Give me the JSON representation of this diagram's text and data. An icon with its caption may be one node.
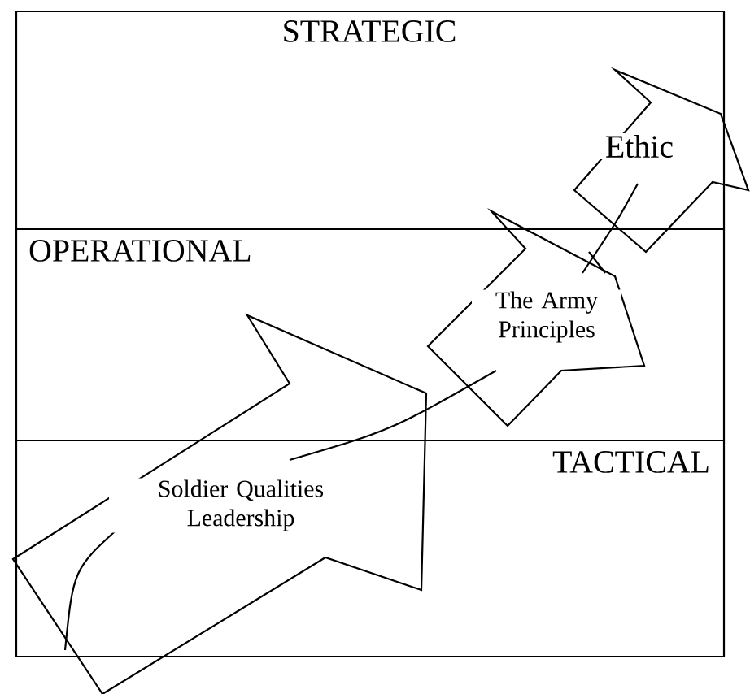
{
  "diagram": {
    "nodes": [
      {
        "text": [
          "Ethic"
        ]
      },
      {
        "text": [
          "The Army Principles"
        ]
      },
      {
        "text": [
          "Soldier Qualities Leadership"
        ]
      }
    ],
    "labels": [
      "STRATEGIC",
      "OPERATIONAL",
      "TACTICAL"
    ]
  }
}
